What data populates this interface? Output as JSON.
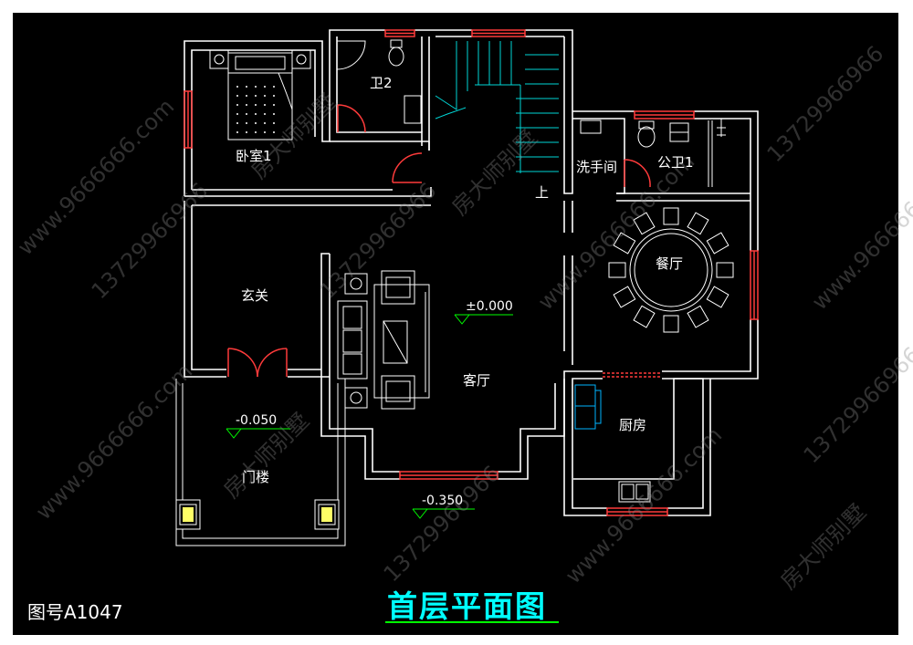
{
  "rooms": {
    "bedroom1": "卧室1",
    "bath2": "卫2",
    "stair_up": "上",
    "washroom": "洗手间",
    "public_bath1": "公卫1",
    "dining": "餐厅",
    "foyer": "玄关",
    "living": "客厅",
    "kitchen": "厨房",
    "porch": "门楼"
  },
  "elevations": {
    "living": "±0.000",
    "porch": "-0.050",
    "exterior": "-0.350"
  },
  "title": "首层平面图",
  "drawing_code": "图号A1047",
  "watermarks": [
    "房大师别墅",
    "www.9666666.com",
    "13729966966"
  ],
  "colors": {
    "background": "#000000",
    "wall": "#ffffff",
    "window": "#ff3b3b",
    "fixture": "#00ffff",
    "title": "#00ffff",
    "title_underline": "#00ff00"
  }
}
